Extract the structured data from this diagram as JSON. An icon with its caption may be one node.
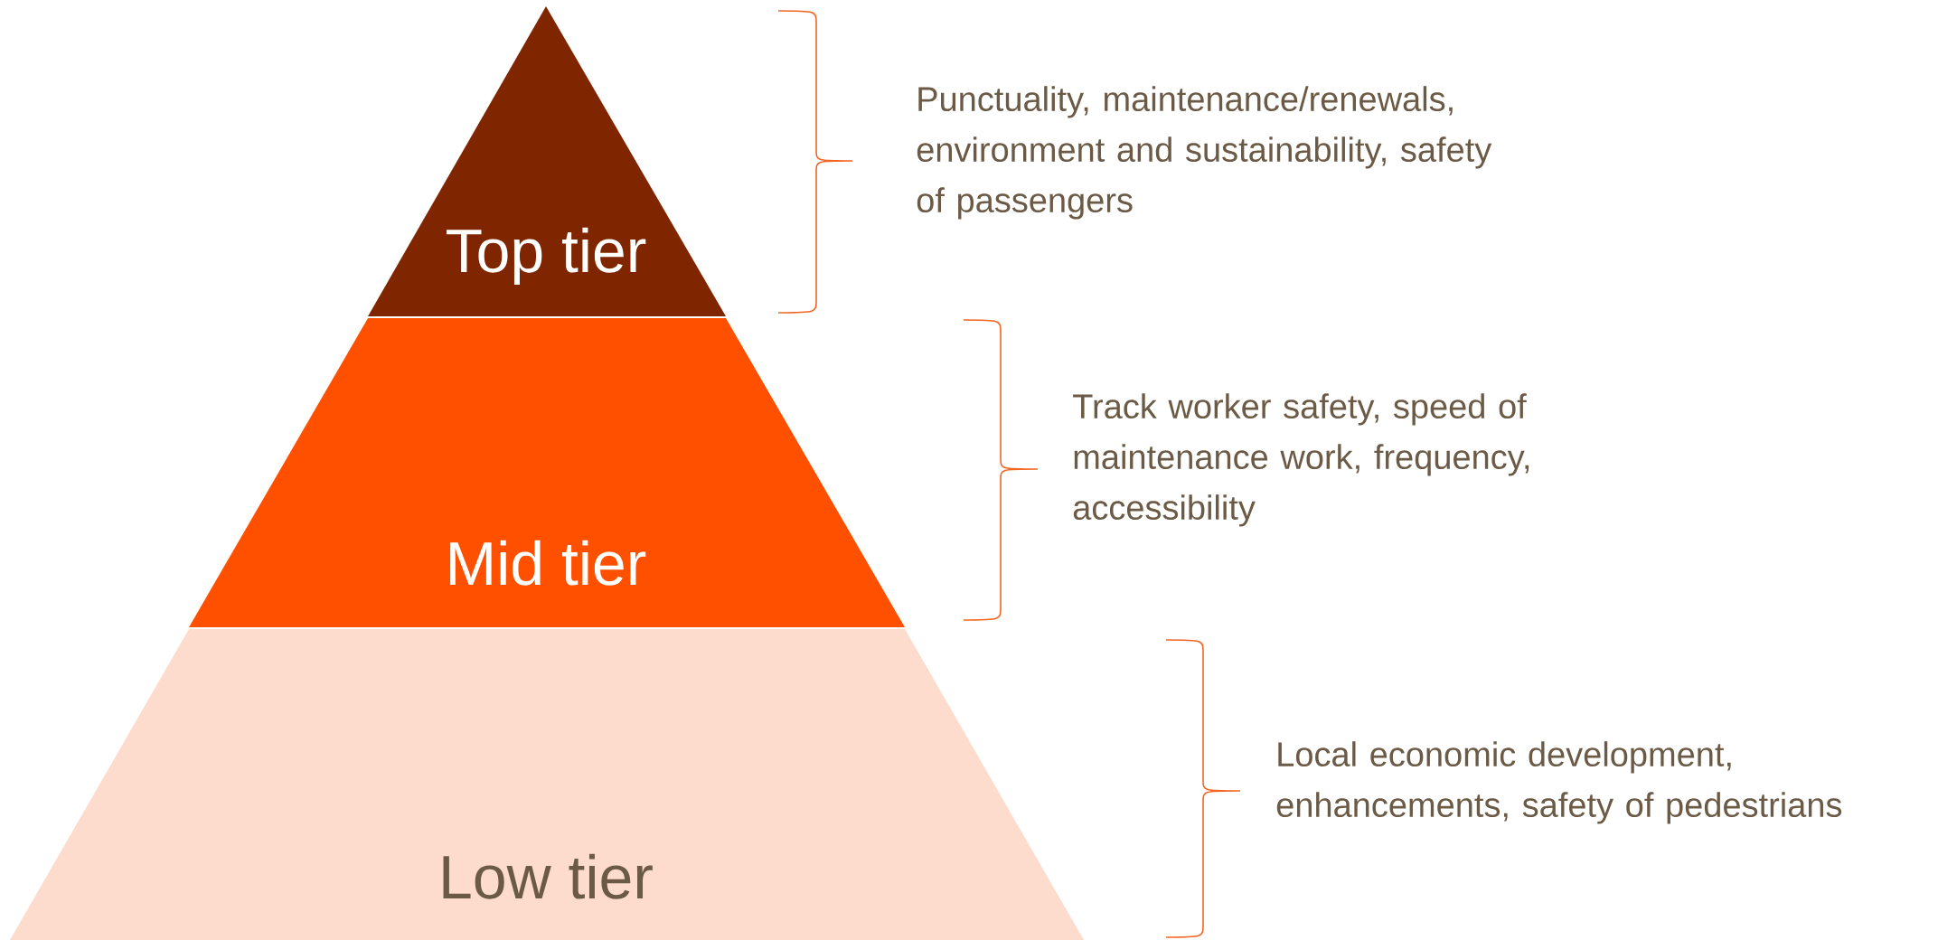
{
  "diagram": {
    "nodes": [
      {
        "text": [
          "Top tier"
        ]
      },
      {
        "text": [
          "Mid tier"
        ]
      },
      {
        "text": [
          "Low tier"
        ]
      }
    ],
    "labels": [
      "Punctuality, maintenance/renewals, environment and sustainability, safety of passengers",
      "Track worker safety, speed of maintenance work, frequency, accessibility",
      "Local economic development, enhancements, safety of pedestrians"
    ]
  }
}
